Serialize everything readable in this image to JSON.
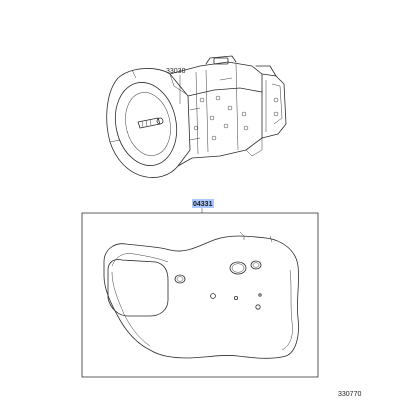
{
  "diagram": {
    "callouts": {
      "transmission_assy": "33030",
      "gasket_kit": "04331",
      "illustration_number": "330770"
    },
    "colors": {
      "highlight": "#a9c8ff",
      "line": "#2b2b2b"
    }
  }
}
